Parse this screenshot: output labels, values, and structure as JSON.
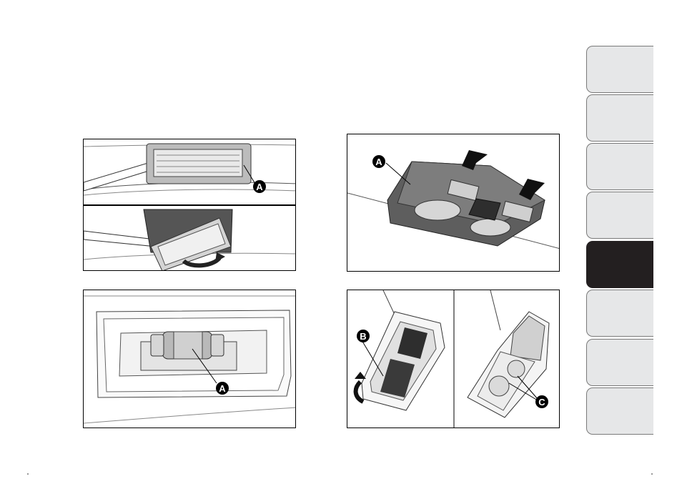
{
  "callouts": {
    "fig1_label": "A",
    "fig3_label": "A",
    "fig2_label": "A",
    "fig4_label_b": "B",
    "fig4_label_c": "C"
  },
  "tabs": {
    "count": 8,
    "active_index": 4
  },
  "colors": {
    "tab_inactive": "#e6e7e8",
    "tab_active": "#231f20",
    "callout_fill": "#000000"
  }
}
